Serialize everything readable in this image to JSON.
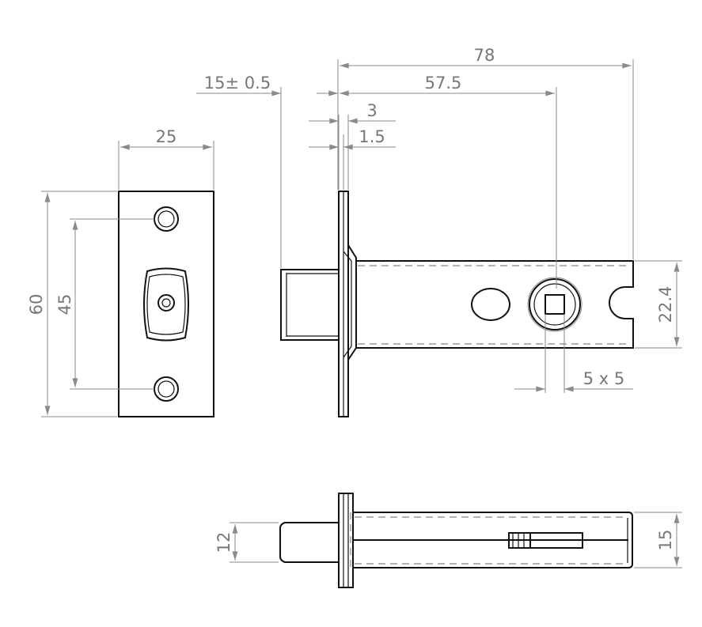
{
  "drawing": {
    "title": "Tubular latch technical drawing",
    "dimensions": {
      "overall_length": "78",
      "backset": "57.5",
      "bolt_projection": "15± 0.5",
      "faceplate_thickness": "3",
      "plate_offset": "1.5",
      "faceplate_width": "25",
      "faceplate_height": "60",
      "screw_centres": "45",
      "case_height": "22.4",
      "spindle_square": "5 x 5",
      "bolt_thickness": "12",
      "case_width": "15"
    },
    "line_color": "#111111",
    "dimension_color": "#8a8a8a"
  }
}
